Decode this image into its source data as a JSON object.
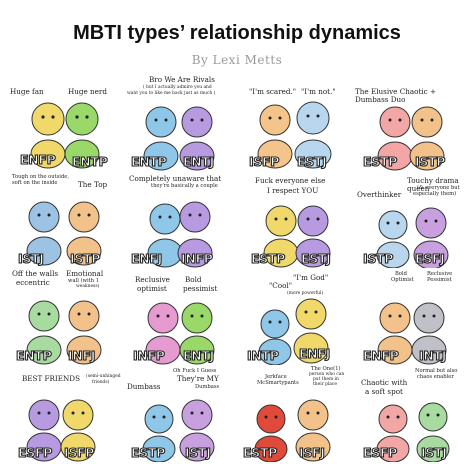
{
  "header": {
    "title": "MBTI types’ relationship dynamics",
    "subtitle": "By Lexi Metts"
  },
  "panels": [
    {
      "captions": [
        "Huge fan",
        "Huge nerd"
      ],
      "types": [
        "ENFP",
        "ENTP"
      ],
      "colors": [
        "#f0d96a",
        "#9ad86a"
      ]
    },
    {
      "captions": [
        "Bro We Are Rivals",
        "( but I actually admire you and",
        "want you to like me back just as much )"
      ],
      "types": [
        "ENTP",
        "ENTJ"
      ],
      "colors": [
        "#8ec7e8",
        "#b79ae0"
      ]
    },
    {
      "captions": [
        "\"I'm scared.\"",
        "\"I'm not.\""
      ],
      "types": [
        "ISFP",
        "ESTJ"
      ],
      "colors": [
        "#f4c48a",
        "#b8d7ee"
      ]
    },
    {
      "captions": [
        "The Elusive Chaotic + Dumbass Duo"
      ],
      "types": [
        "ESTP",
        "ISTP"
      ],
      "colors": [
        "#f2a6a6",
        "#f2c28a"
      ]
    },
    {
      "captions": [
        "Tough on the outside,",
        "soft on the inside",
        "The Top"
      ],
      "types": [
        "ISTJ",
        "ISTP"
      ],
      "colors": [
        "#9cc2e4",
        "#f2c28a"
      ]
    },
    {
      "captions": [
        "Completely unaware that",
        "they're basically a couple"
      ],
      "types": [
        "ENFJ",
        "INFP"
      ],
      "colors": [
        "#8ec7e8",
        "#b79ae0"
      ]
    },
    {
      "captions": [
        "Fuck everyone else",
        "I respect YOU"
      ],
      "types": [
        "ESTP",
        "ESTJ"
      ],
      "colors": [
        "#f0d96a",
        "#b79ae0"
      ]
    },
    {
      "captions": [
        "Touchy drama queen",
        "(& everyone but",
        "especially them)",
        "Overthinker"
      ],
      "types": [
        "ISTP",
        "ESFJ"
      ],
      "colors": [
        "#b8d7ee",
        "#c8a0e0"
      ]
    },
    {
      "captions": [
        "Off the walls",
        "eccentric",
        "Emotional",
        "wall (with 1",
        "weakness)"
      ],
      "types": [
        "ENTP",
        "INFJ"
      ],
      "colors": [
        "#a8dba0",
        "#f2c28a"
      ]
    },
    {
      "captions": [
        "Reclusive",
        "optimist",
        "Bold",
        "pessimist"
      ],
      "types": [
        "INFP",
        "ENTJ"
      ],
      "colors": [
        "#e59ad0",
        "#9ad86a"
      ]
    },
    {
      "captions": [
        "\"I'm God\"",
        "\"Cool\"",
        "(more powerful)"
      ],
      "types": [
        "INTP",
        "ENFJ"
      ],
      "colors": [
        "#8ec7e8",
        "#f0d96a"
      ]
    },
    {
      "captions": [
        "Bold",
        "Optimist",
        "Reclusive",
        "Pessimist"
      ],
      "types": [
        "ENFP",
        "INTJ"
      ],
      "colors": [
        "#f2c28a",
        "#c0c0c8"
      ]
    },
    {
      "captions": [
        "BEST FRIENDS",
        "(semi-unhinged",
        "friends)"
      ],
      "types": [
        "ESFP",
        "ISFP"
      ],
      "colors": [
        "#b79ae0",
        "#f0d96a"
      ]
    },
    {
      "captions": [
        "Dumbass",
        "Oh Fuck I Guess",
        "They're MY",
        "Dumbass"
      ],
      "types": [
        "ESTP",
        "ISTJ"
      ],
      "colors": [
        "#8ec7e8",
        "#c8a0e0"
      ]
    },
    {
      "captions": [
        "Jerkface",
        "McSmartypants",
        "The One(1)",
        "person who can",
        "put them in",
        "their place"
      ],
      "types": [
        "ESTP",
        "ISFJ"
      ],
      "colors": [
        "#e04a3a",
        "#f2c28a"
      ]
    },
    {
      "captions": [
        "Chaotic with",
        "a soft spot",
        "Normal but also",
        "chaos enabler"
      ],
      "types": [
        "ESFP",
        "ISTJ"
      ],
      "colors": [
        "#f2a6a6",
        "#a8dba0"
      ]
    }
  ]
}
